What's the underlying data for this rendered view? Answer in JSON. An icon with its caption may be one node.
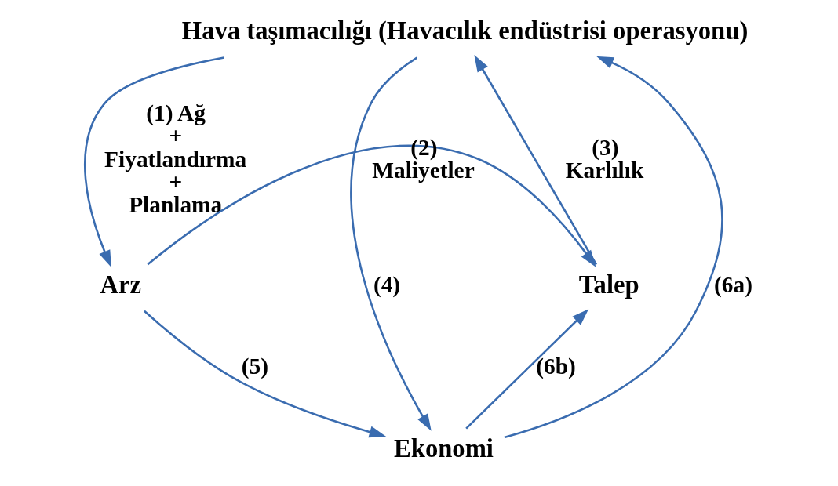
{
  "diagram": {
    "nodes": [
      {
        "text": [
          "Hava taşımacılığı (Havacılık endüstrisi operasyonu)"
        ]
      },
      {
        "text": [
          "Arz"
        ]
      },
      {
        "text": [
          "Talep"
        ]
      },
      {
        "text": [
          "Ekonomi"
        ]
      }
    ],
    "edges": [
      {
        "from": 0,
        "to": 1,
        "arrow": "to",
        "label": "(1) Ağ + Fiyatlandırma + Planlama"
      },
      {
        "from": 1,
        "to": 2,
        "arrow": "to",
        "label": "(2) Maliyetler"
      },
      {
        "from": 2,
        "to": 0,
        "arrow": "to",
        "label": "(3) Karlılık"
      },
      {
        "from": 0,
        "to": 3,
        "arrow": "to",
        "label": "(4)"
      },
      {
        "from": 1,
        "to": 3,
        "arrow": "to",
        "label": "(5)"
      },
      {
        "from": 3,
        "to": 0,
        "arrow": "to",
        "label": "(6a)"
      },
      {
        "from": 3,
        "to": 2,
        "arrow": "to",
        "label": "(6b)"
      }
    ]
  }
}
